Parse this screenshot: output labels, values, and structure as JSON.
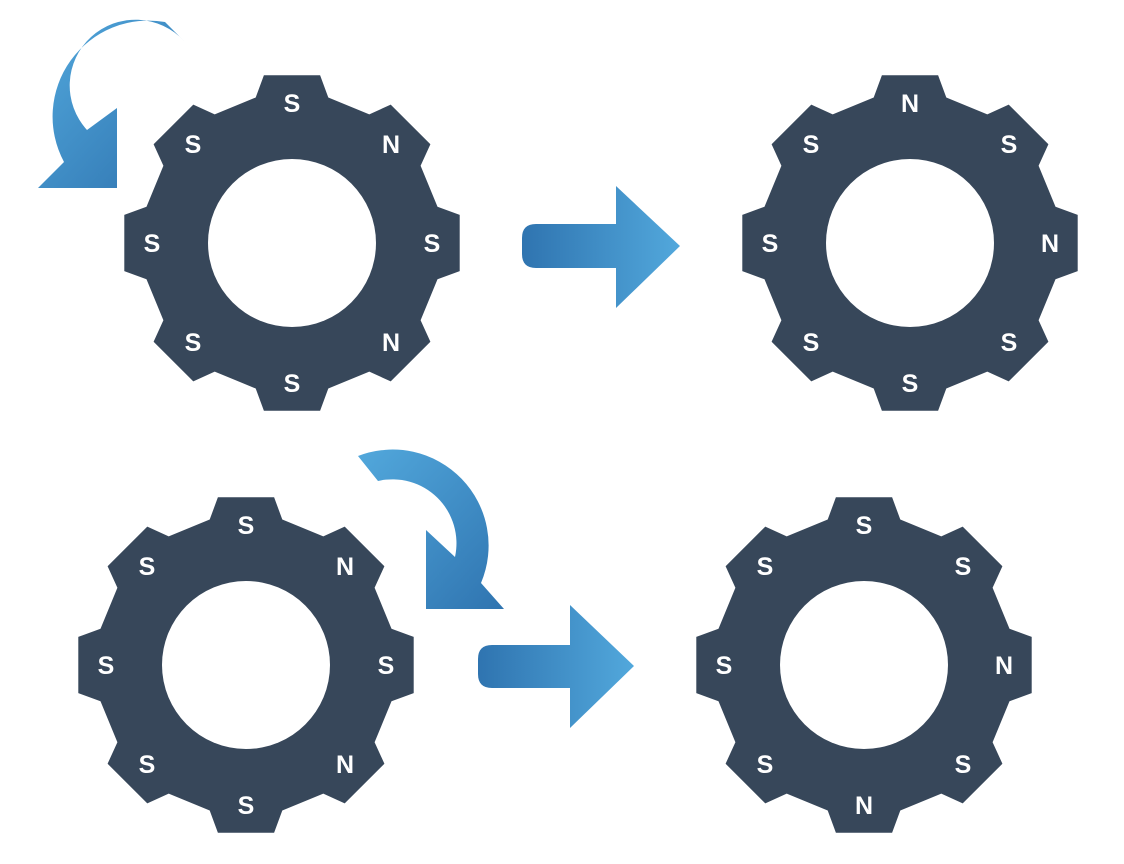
{
  "gears": [
    {
      "id": "top-left",
      "rotation": "counterclockwise",
      "teeth": [
        "S",
        "N",
        "S",
        "N",
        "S",
        "S",
        "S",
        "S"
      ]
    },
    {
      "id": "top-right",
      "rotation": "none",
      "teeth": [
        "N",
        "S",
        "N",
        "S",
        "S",
        "S",
        "S",
        "S"
      ]
    },
    {
      "id": "bottom-left",
      "rotation": "clockwise",
      "teeth": [
        "S",
        "N",
        "S",
        "N",
        "S",
        "S",
        "S",
        "S"
      ]
    },
    {
      "id": "bottom-right",
      "rotation": "none",
      "teeth": [
        "S",
        "S",
        "N",
        "S",
        "N",
        "S",
        "S",
        "S"
      ]
    }
  ],
  "transitions": [
    {
      "from": "top-left",
      "to": "top-right"
    },
    {
      "from": "bottom-left",
      "to": "bottom-right"
    }
  ],
  "colors": {
    "gear": "#37475a",
    "hole": "#ffffff",
    "label": "#ffffff",
    "arrow_light": "#52a8dc",
    "arrow_dark": "#2f74b0"
  }
}
